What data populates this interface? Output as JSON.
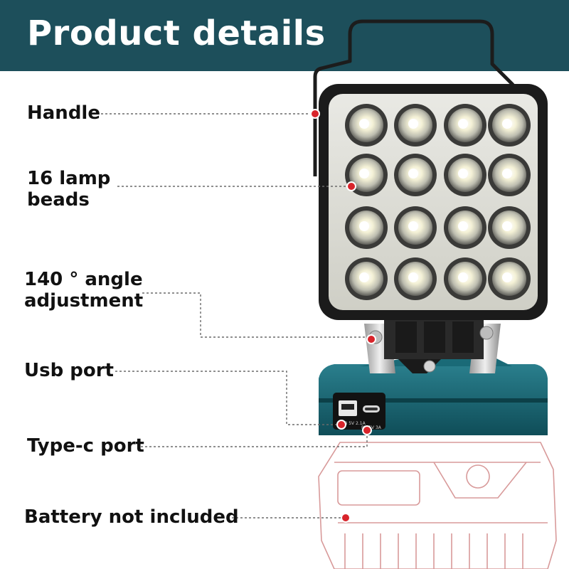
{
  "header": {
    "title": "Product details"
  },
  "callouts": [
    {
      "id": "handle",
      "text": "Handle"
    },
    {
      "id": "lamp-beads",
      "line1": "16 lamp",
      "line2": "beads"
    },
    {
      "id": "angle",
      "line1": "140 ° angle",
      "line2": "adjustment"
    },
    {
      "id": "usb",
      "text": "Usb port"
    },
    {
      "id": "typec",
      "text": "Type-c port"
    },
    {
      "id": "battery",
      "text": "Battery not included"
    }
  ],
  "port_labels": {
    "usb": "USB 5V 2.1A",
    "typec": "PD 5V 3A"
  },
  "colors": {
    "header": "#1d4f5b",
    "accent_dot": "#d8242b",
    "housing_teal": "#16606e",
    "lamp_body": "#1b1b1b",
    "battery_outline": "#d89a9a"
  }
}
